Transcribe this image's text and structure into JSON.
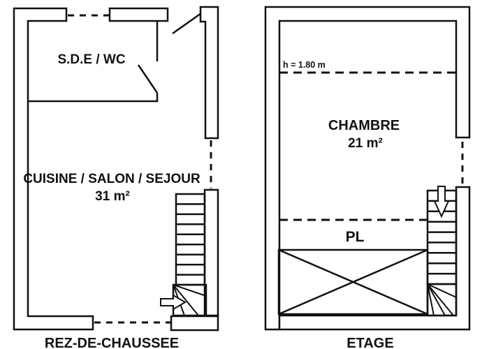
{
  "colors": {
    "background": "#ffffff",
    "line": "#111111"
  },
  "plans": {
    "rdc": {
      "title": "REZ-DE-CHAUSSEE",
      "rooms": {
        "sde": {
          "label": "S.D.E / WC"
        },
        "living": {
          "label": "CUISINE / SALON / SEJOUR",
          "area": "31 m²"
        }
      }
    },
    "etage": {
      "title": "ETAGE",
      "height_note": "h = 1.80 m",
      "rooms": {
        "chambre": {
          "label": "CHAMBRE",
          "area": "21 m²"
        },
        "placard": {
          "label": "PL"
        }
      }
    }
  }
}
